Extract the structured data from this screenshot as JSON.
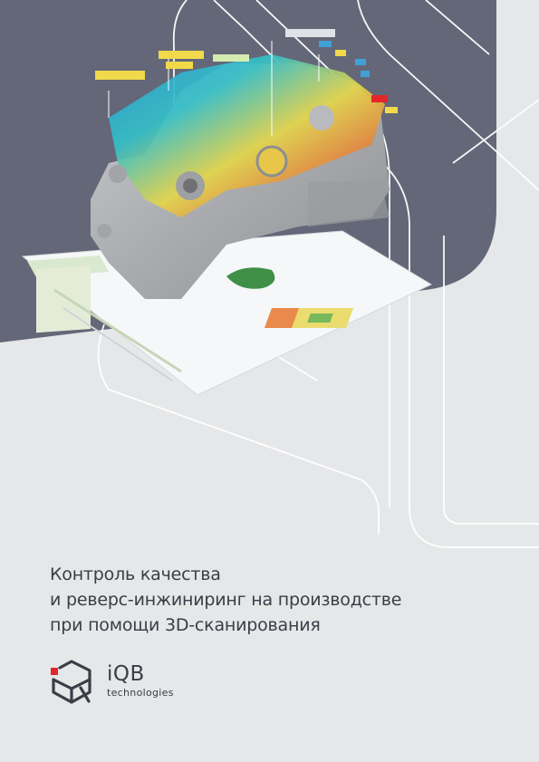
{
  "colors": {
    "background": "#e6e7e9",
    "dark_panel": "#646777",
    "outline_lines": "#ffffff",
    "text": "#3b3d47",
    "logo_accent": "#e3262b"
  },
  "cover": {
    "title_lines": [
      "Контроль качества",
      "и реверс-инжиниринг на производстве",
      "при помощи 3D-сканирования"
    ]
  },
  "logo": {
    "name": "iQB",
    "subtitle": "technologies",
    "mark_icon": "cube-box-icon"
  }
}
